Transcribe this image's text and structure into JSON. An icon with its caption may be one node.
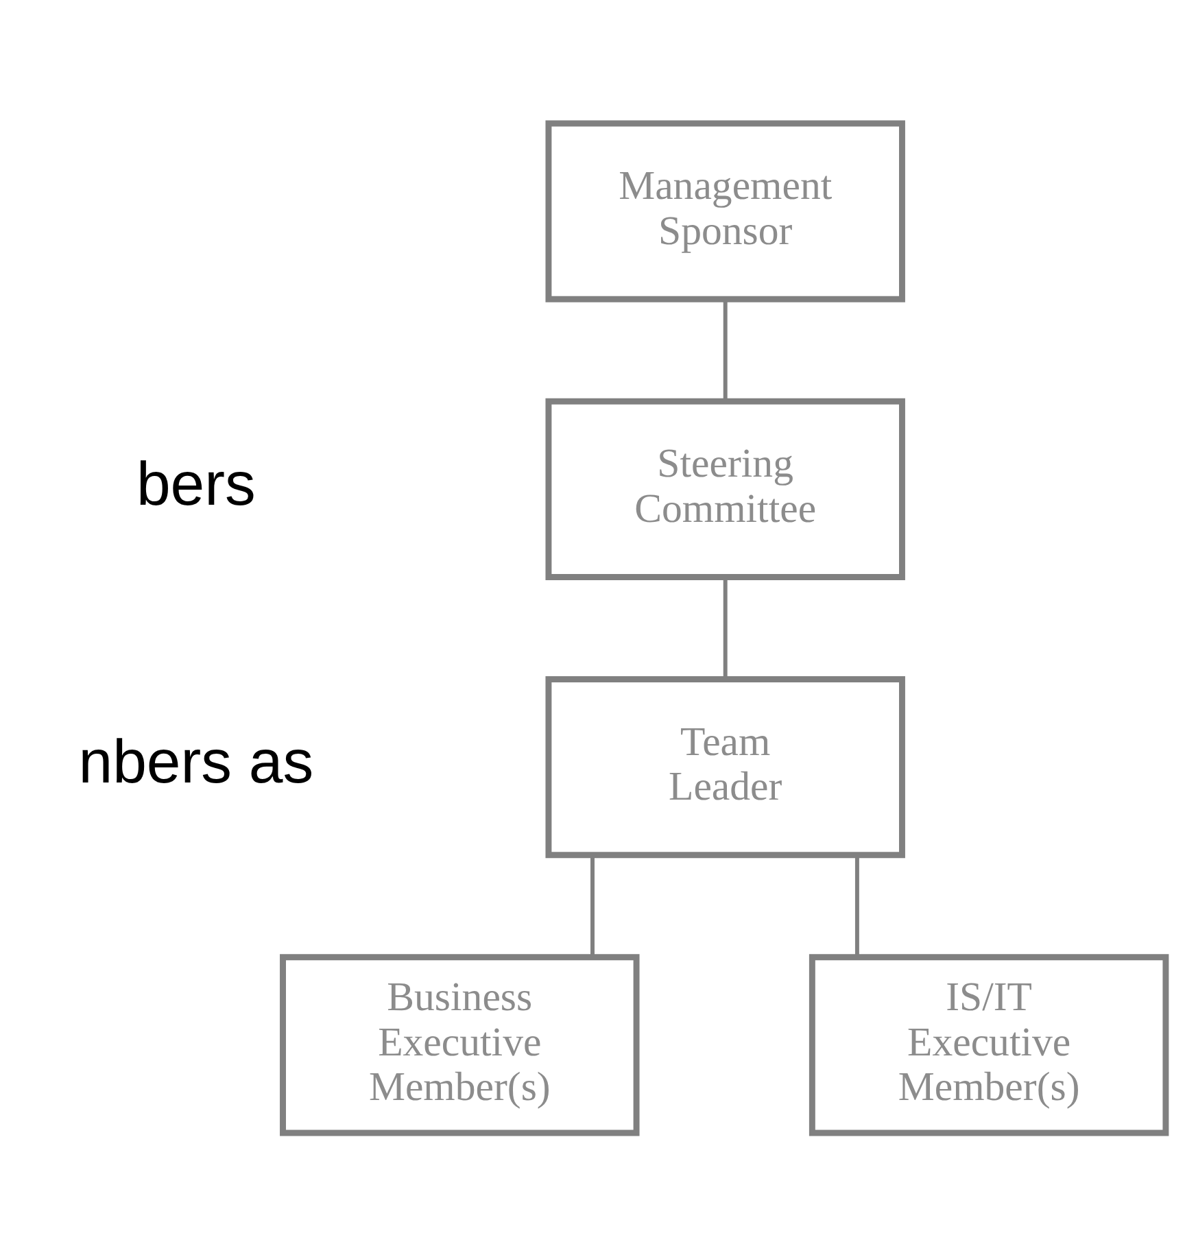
{
  "diagram": {
    "nodes": [
      {
        "text": [
          "Management Sponsor"
        ]
      },
      {
        "text": [
          "Steering Committee"
        ]
      },
      {
        "text": [
          "Team Leader"
        ]
      },
      {
        "text": [
          "Business Executive Member(s)"
        ]
      },
      {
        "text": [
          "IS/IT Executive Member(s)"
        ]
      }
    ],
    "edges": [
      {
        "from": 0,
        "to": 1,
        "arrow": "none"
      },
      {
        "from": 1,
        "to": 2,
        "arrow": "none"
      },
      {
        "from": 2,
        "to": 3,
        "arrow": "none"
      },
      {
        "from": 2,
        "to": 4,
        "arrow": "none"
      }
    ],
    "labels": [
      "bers",
      "nbers as"
    ]
  }
}
